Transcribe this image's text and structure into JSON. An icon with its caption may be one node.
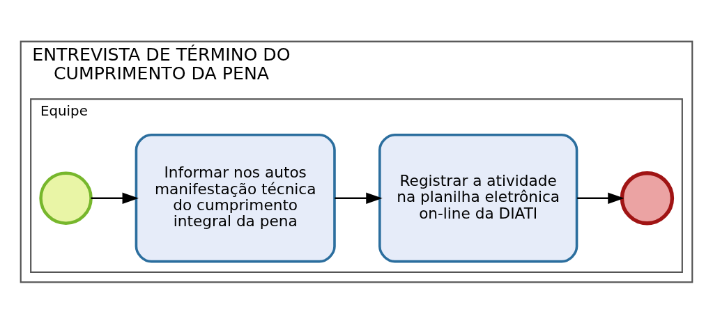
{
  "diagram": {
    "nodes": [
      {
        "text": [
          "ENTREVISTA DE TÉRMINO DO CUMPRIMENTO DA PENA"
        ]
      },
      {
        "text": [
          "Equipe"
        ],
        "in": 0
      },
      {
        "text": [],
        "shape": "circle",
        "in": 1
      },
      {
        "text": [
          "Informar nos autos manifestação técnica do cumprimento integral da pena"
        ],
        "in": 1
      },
      {
        "text": [
          "Registrar a atividade na planilha eletrônica on-line da DIATI"
        ],
        "in": 1
      },
      {
        "text": [],
        "shape": "circle",
        "in": 1
      }
    ],
    "edges": [
      {
        "from": 2,
        "to": 3,
        "arrow": "to"
      },
      {
        "from": 3,
        "to": 4,
        "arrow": "to"
      },
      {
        "from": 4,
        "to": 5,
        "arrow": "to"
      }
    ]
  }
}
